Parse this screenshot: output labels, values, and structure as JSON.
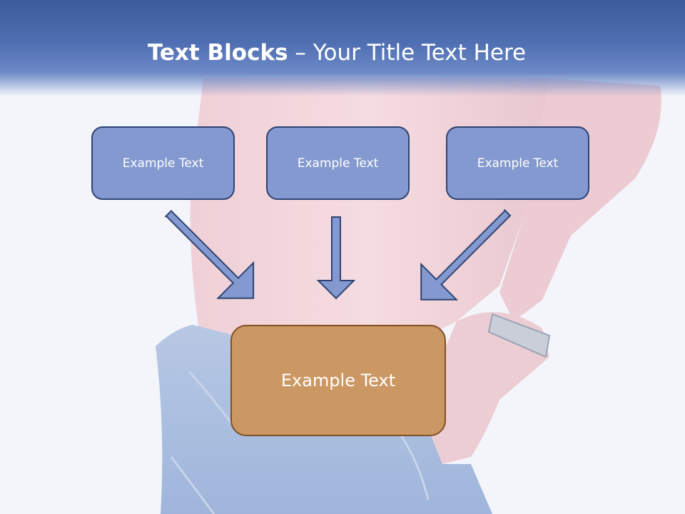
{
  "title": {
    "bold": "Text Blocks",
    "rest": " – Your Title Text Here"
  },
  "blocks": [
    {
      "label": "Example Text"
    },
    {
      "label": "Example Text"
    },
    {
      "label": "Example Text"
    }
  ],
  "target": {
    "label": "Example Text"
  },
  "colors": {
    "header": "#4f6fb3",
    "block_fill": "#8399cf",
    "block_border": "#2f4474",
    "target_fill": "#cb9762",
    "target_border": "#805124",
    "arrow_fill": "#8399cf"
  }
}
